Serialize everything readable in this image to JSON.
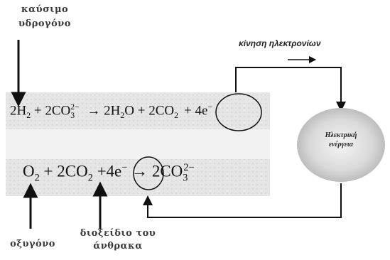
{
  "labels": {
    "fuel": "καύσιμο υδρογόνο",
    "oxygen": "οξυγόνο",
    "co2": "διοξείδιο του άνθρακα",
    "electron_flow": "κίνηση ηλεκτρονίων",
    "energy": "Ηλεκτρική ενέργεια"
  },
  "equations": {
    "anode": {
      "h2_coef": "2H",
      "h2_sub": "2",
      "plus1": "+",
      "co3_coef": "2CO",
      "co3_sub": "3",
      "co3_sup": "2−",
      "arrow": "→",
      "h2o_a": "2H",
      "h2o_sub": "2",
      "h2o_b": "O",
      "plus2": "+",
      "co2_coef": "2CO",
      "co2_sub": "2",
      "electrons": "+ 4e",
      "electrons_sup": "−"
    },
    "cathode": {
      "o2": "O",
      "o2_sub": "2",
      "plus1": "+",
      "co2_coef": "2CO",
      "co2_sub": "2",
      "plus2": "+",
      "electrons": "4e",
      "electrons_sup": "−",
      "arrow": "→",
      "co3_coef": "2CO",
      "co3_sub": "3",
      "co3_sup": "2−"
    }
  },
  "colors": {
    "band": "#e4e4e4",
    "line": "#111111",
    "label": "#3a3a3a"
  }
}
